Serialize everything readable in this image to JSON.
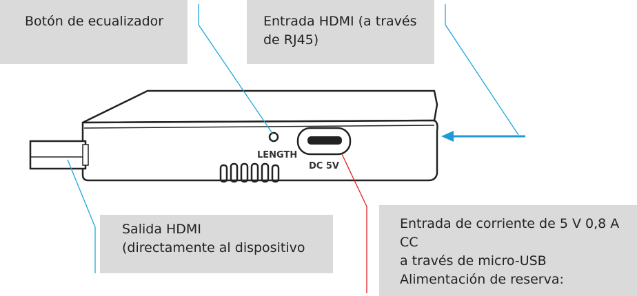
{
  "callouts": {
    "equalizer_button": {
      "line1": "Botón de ecualizador"
    },
    "hdmi_input": {
      "line1": "Entrada HDMI (a través",
      "line2": "de RJ45)"
    },
    "hdmi_output": {
      "line1": "Salida HDMI",
      "line2": "(directamente al dispositivo"
    },
    "power_input": {
      "line1": "Entrada de corriente de 5 V 0,8 A",
      "line2": "CC",
      "line3": "a través de micro-USB",
      "line4": "Alimentación de reserva:"
    }
  },
  "device": {
    "length_label": "LENGTH",
    "dc_label": "DC 5V"
  },
  "colors": {
    "callout_bg": "#dadada",
    "leader_blue": "#1ea6dc",
    "leader_red": "#e02020",
    "arrow_blue": "#1e9ad6",
    "outline": "#222222"
  }
}
